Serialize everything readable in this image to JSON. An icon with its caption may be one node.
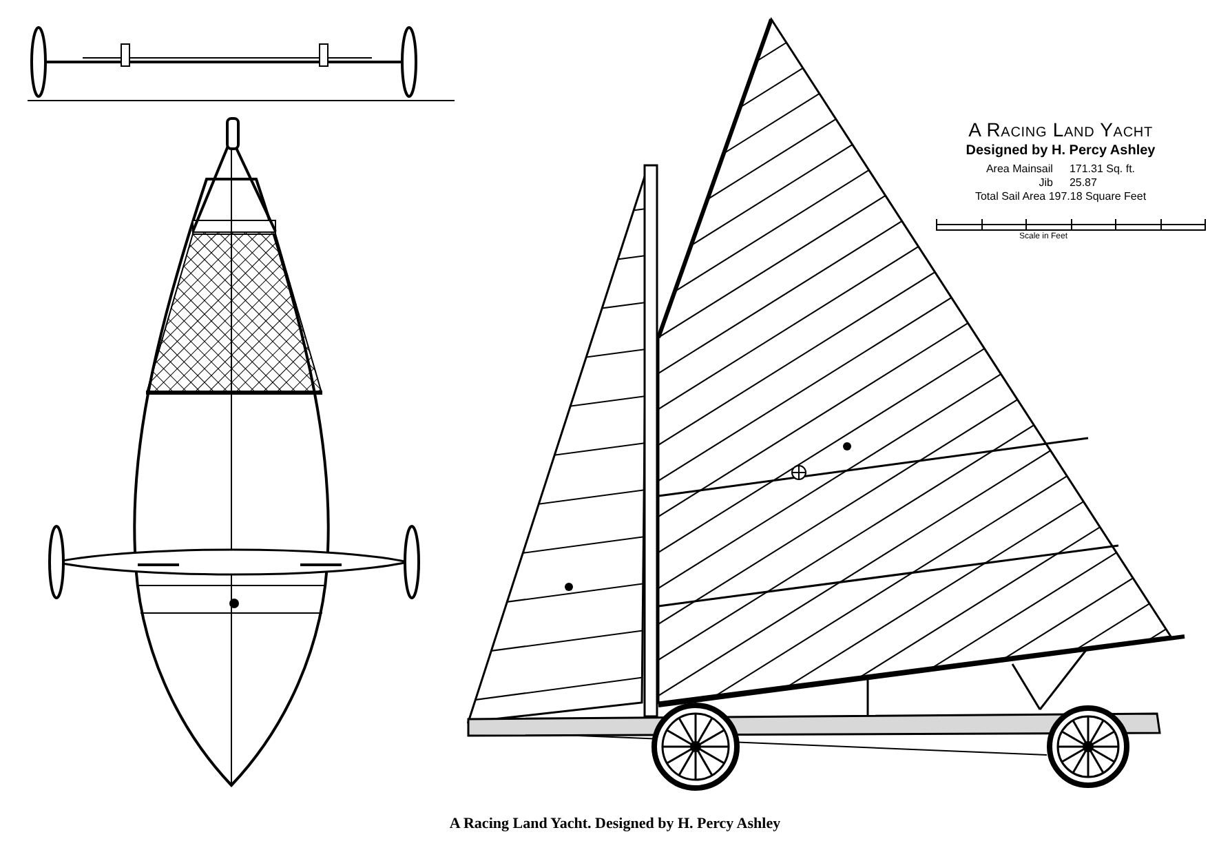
{
  "diagram": {
    "title": "A Racing Land Yacht",
    "caption": "A Racing Land Yacht. Designed by H. Percy Ashley",
    "labels": [
      "Designed by H. Percy Ashley",
      "Area Mainsail",
      "171.31 Sq. ft.",
      "Jib",
      "25.87",
      "Total Sail Area 197.18 Square Feet",
      "Scale in Feet"
    ]
  }
}
